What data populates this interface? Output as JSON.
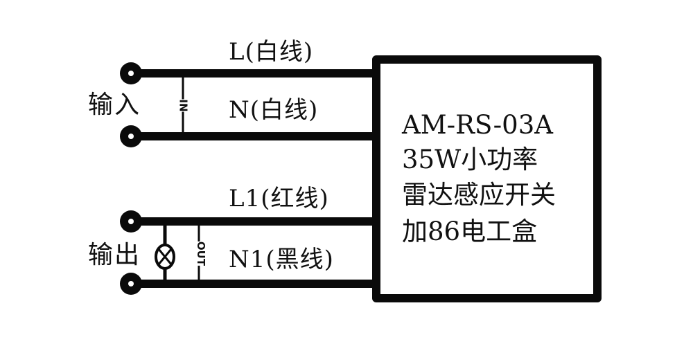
{
  "colors": {
    "line": "#0a0a0a",
    "background": "#ffffff",
    "text": "#111111"
  },
  "input_section": {
    "label": "输入",
    "marker": "IN",
    "wires": [
      {
        "id": "L",
        "label": "L(白线)"
      },
      {
        "id": "N",
        "label": "N(白线)"
      }
    ]
  },
  "output_section": {
    "label": "输出",
    "marker": "OUT",
    "lamp_icon": "lamp-icon",
    "wires": [
      {
        "id": "L1",
        "label": "L1(红线)"
      },
      {
        "id": "N1",
        "label": "N1(黑线)"
      }
    ]
  },
  "device_box": {
    "lines": [
      "AM-RS-03A",
      "35W小功率",
      "雷达感应开关",
      "加86电工盒"
    ]
  },
  "icons": {
    "terminal": "terminal-icon",
    "lamp": "lamp-icon"
  }
}
